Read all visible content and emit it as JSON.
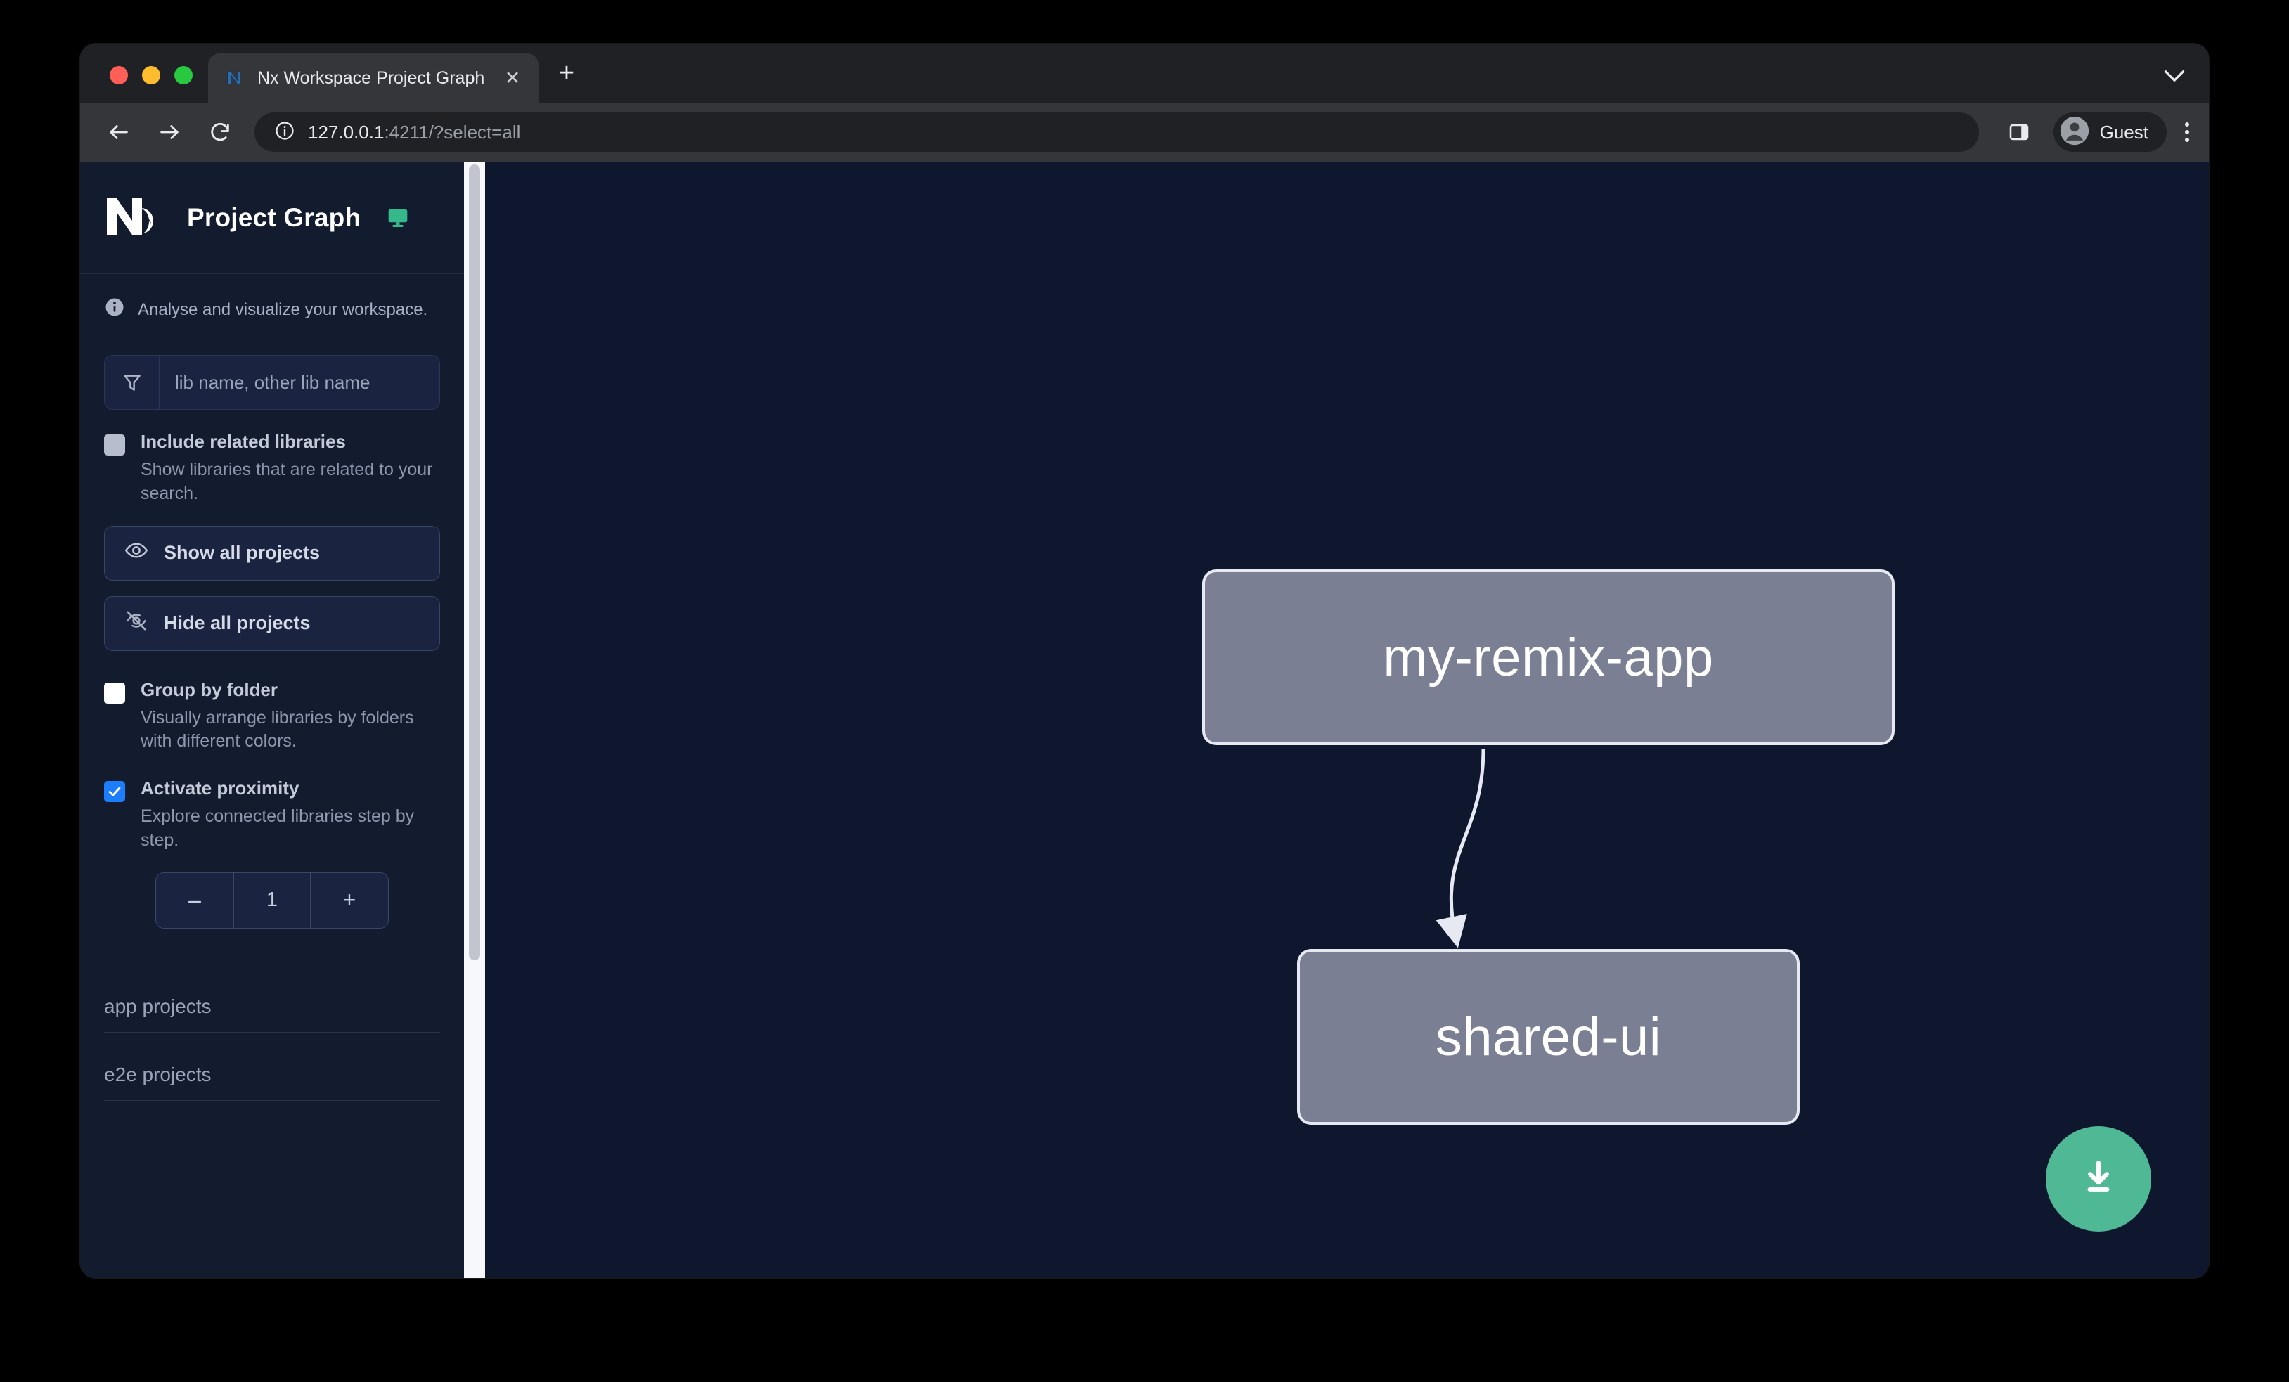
{
  "browser": {
    "tab": {
      "title": "Nx Workspace Project Graph",
      "favicon_icon": "nx-favicon-icon",
      "close_icon": "close-icon"
    },
    "new_tab_label": "+",
    "tab_list_chevron_icon": "chevron-down-icon",
    "nav": {
      "back_icon": "back-arrow-icon",
      "forward_icon": "forward-arrow-icon",
      "reload_icon": "reload-icon"
    },
    "omnibox": {
      "info_icon": "site-info-icon",
      "url_host": "127.0.0.1",
      "url_rest": ":4211/?select=all"
    },
    "side_panel_icon": "side-panel-icon",
    "profile": {
      "avatar_icon": "account-avatar-icon",
      "name": "Guest"
    },
    "menu_icon": "kebab-menu-icon"
  },
  "sidebar": {
    "logo_icon": "nx-logo-icon",
    "title": "Project Graph",
    "monitor_icon": "monitor-icon",
    "tagline": {
      "icon": "info-icon",
      "text": "Analyse and visualize your workspace."
    },
    "filter": {
      "icon": "funnel-filter-icon",
      "placeholder": "lib name, other lib name",
      "value": ""
    },
    "options": [
      {
        "id": "include-related-libraries",
        "label": "Include related libraries",
        "description": "Show libraries that are related to your search.",
        "checked": false,
        "state": "disabled"
      },
      {
        "id": "group-by-folder",
        "label": "Group by folder",
        "description": "Visually arrange libraries by folders with different colors.",
        "checked": false,
        "state": "enabled"
      },
      {
        "id": "activate-proximity",
        "label": "Activate proximity",
        "description": "Explore connected libraries step by step.",
        "checked": true,
        "state": "enabled"
      }
    ],
    "buttons": [
      {
        "id": "show-all-projects",
        "label": "Show all projects",
        "icon": "eye-icon"
      },
      {
        "id": "hide-all-projects",
        "label": "Hide all projects",
        "icon": "eye-slash-icon"
      }
    ],
    "proximity_stepper": {
      "decrement_label": "–",
      "value": "1",
      "increment_label": "+"
    },
    "sections": [
      {
        "id": "app-projects",
        "label": "app projects"
      },
      {
        "id": "e2e-projects",
        "label": "e2e projects"
      }
    ]
  },
  "graph": {
    "nodes": [
      {
        "id": "my-remix-app",
        "label": "my-remix-app"
      },
      {
        "id": "shared-ui",
        "label": "shared-ui"
      }
    ],
    "edges": [
      {
        "from": "my-remix-app",
        "to": "shared-ui"
      }
    ],
    "download_button": {
      "icon": "download-icon",
      "label": ""
    }
  },
  "colors": {
    "accent_green": "#4fb996",
    "checkbox_checked": "#1d7efd",
    "node_fill": "#7a7f93",
    "node_border": "#e7e9f2",
    "canvas_bg": "#0f172e",
    "sidebar_bg": "#131b2f"
  }
}
